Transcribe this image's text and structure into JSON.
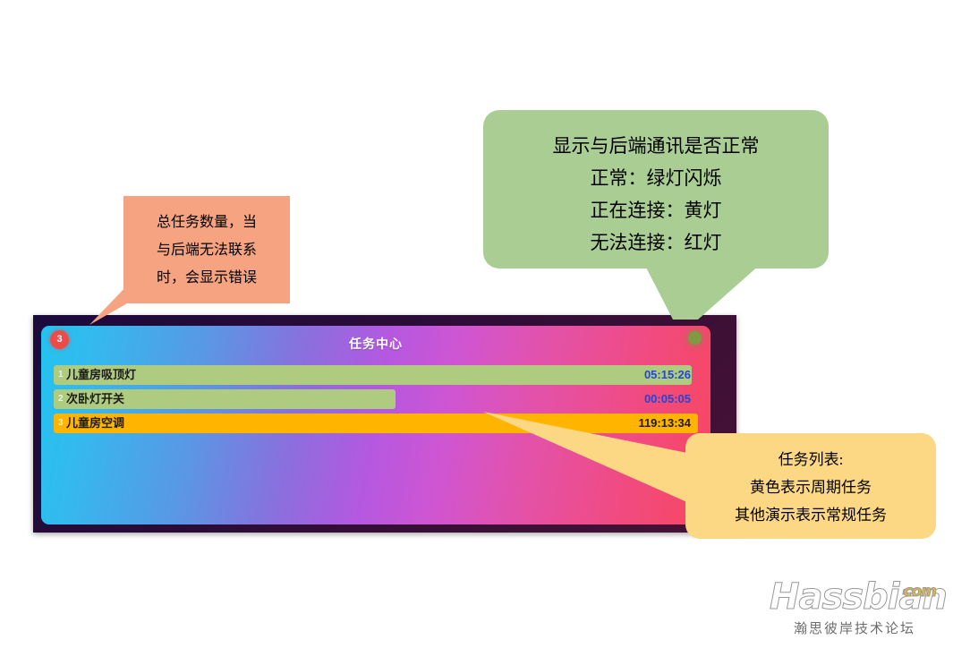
{
  "app": {
    "title": "任务中心",
    "badge_count": "3",
    "badge_color": "#ee4b48",
    "status_light_color": "#7f9a42",
    "gradient_start": "#23c3ef",
    "gradient_mid": "#b558e0",
    "gradient_end": "#f8465f",
    "frame_color": "#3a1037",
    "tasks": [
      {
        "index": "1",
        "name": "儿童房吸顶灯",
        "time": "05:15:26",
        "bar_color": "#aecb7f",
        "bar_percent": 99,
        "type": "normal"
      },
      {
        "index": "2",
        "name": "次卧灯开关",
        "time": "00:05:05",
        "bar_color": "#aecb7f",
        "bar_percent": 53,
        "type": "normal"
      },
      {
        "index": "3",
        "name": "儿童房空调",
        "time": "119:13:34",
        "bar_color": "#ffb400",
        "bar_percent": 100,
        "type": "periodic"
      }
    ]
  },
  "callouts": {
    "total_tasks": {
      "color": "#f5a381",
      "lines": [
        "总任务数量，当",
        "与后端无法联系",
        "时，会显示错误"
      ]
    },
    "status_light": {
      "color": "#a9cd93",
      "lines": [
        "显示与后端通讯是否正常",
        "正常：绿灯闪烁",
        "正在连接：黄灯",
        "无法连接：红灯"
      ]
    },
    "task_list": {
      "color": "#fcd784",
      "lines": [
        "任务列表:",
        "黄色表示周期任务",
        "其他演示表示常规任务"
      ]
    }
  },
  "watermark": {
    "wordmark": "Hassbian",
    "tld": "com",
    "subtitle": "瀚思彼岸技术论坛"
  }
}
